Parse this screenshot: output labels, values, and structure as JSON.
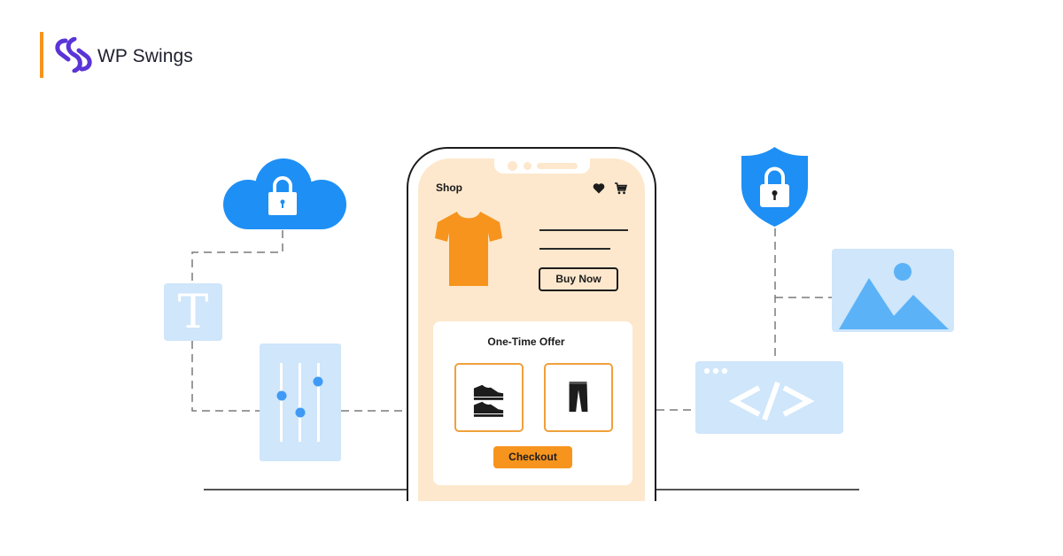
{
  "brand": {
    "name": "WP Swings",
    "accent_color": "#f7941d",
    "logo_color": "#5a34d6"
  },
  "illustration": {
    "left": {
      "cloud_icon": "cloud-lock-icon",
      "text_tile_letter": "T",
      "text_tile_icon": "text-format-icon",
      "sliders_icon": "sliders-icon"
    },
    "right": {
      "shield_icon": "shield-lock-icon",
      "image_icon": "image-icon",
      "code_icon": "code-icon"
    },
    "colors": {
      "primary_blue": "#1e8ff5",
      "light_blue": "#cfe6fb",
      "orange": "#f7941d",
      "phone_screen": "#fde8cd"
    }
  },
  "phone": {
    "header": {
      "title": "Shop",
      "icons": [
        "heart-icon",
        "cart-icon"
      ]
    },
    "product": {
      "icon": "tshirt-icon",
      "button_label": "Buy Now"
    },
    "offer": {
      "title": "One-Time Offer",
      "products": [
        "sneakers-icon",
        "trousers-icon"
      ],
      "button_label": "Checkout"
    }
  }
}
